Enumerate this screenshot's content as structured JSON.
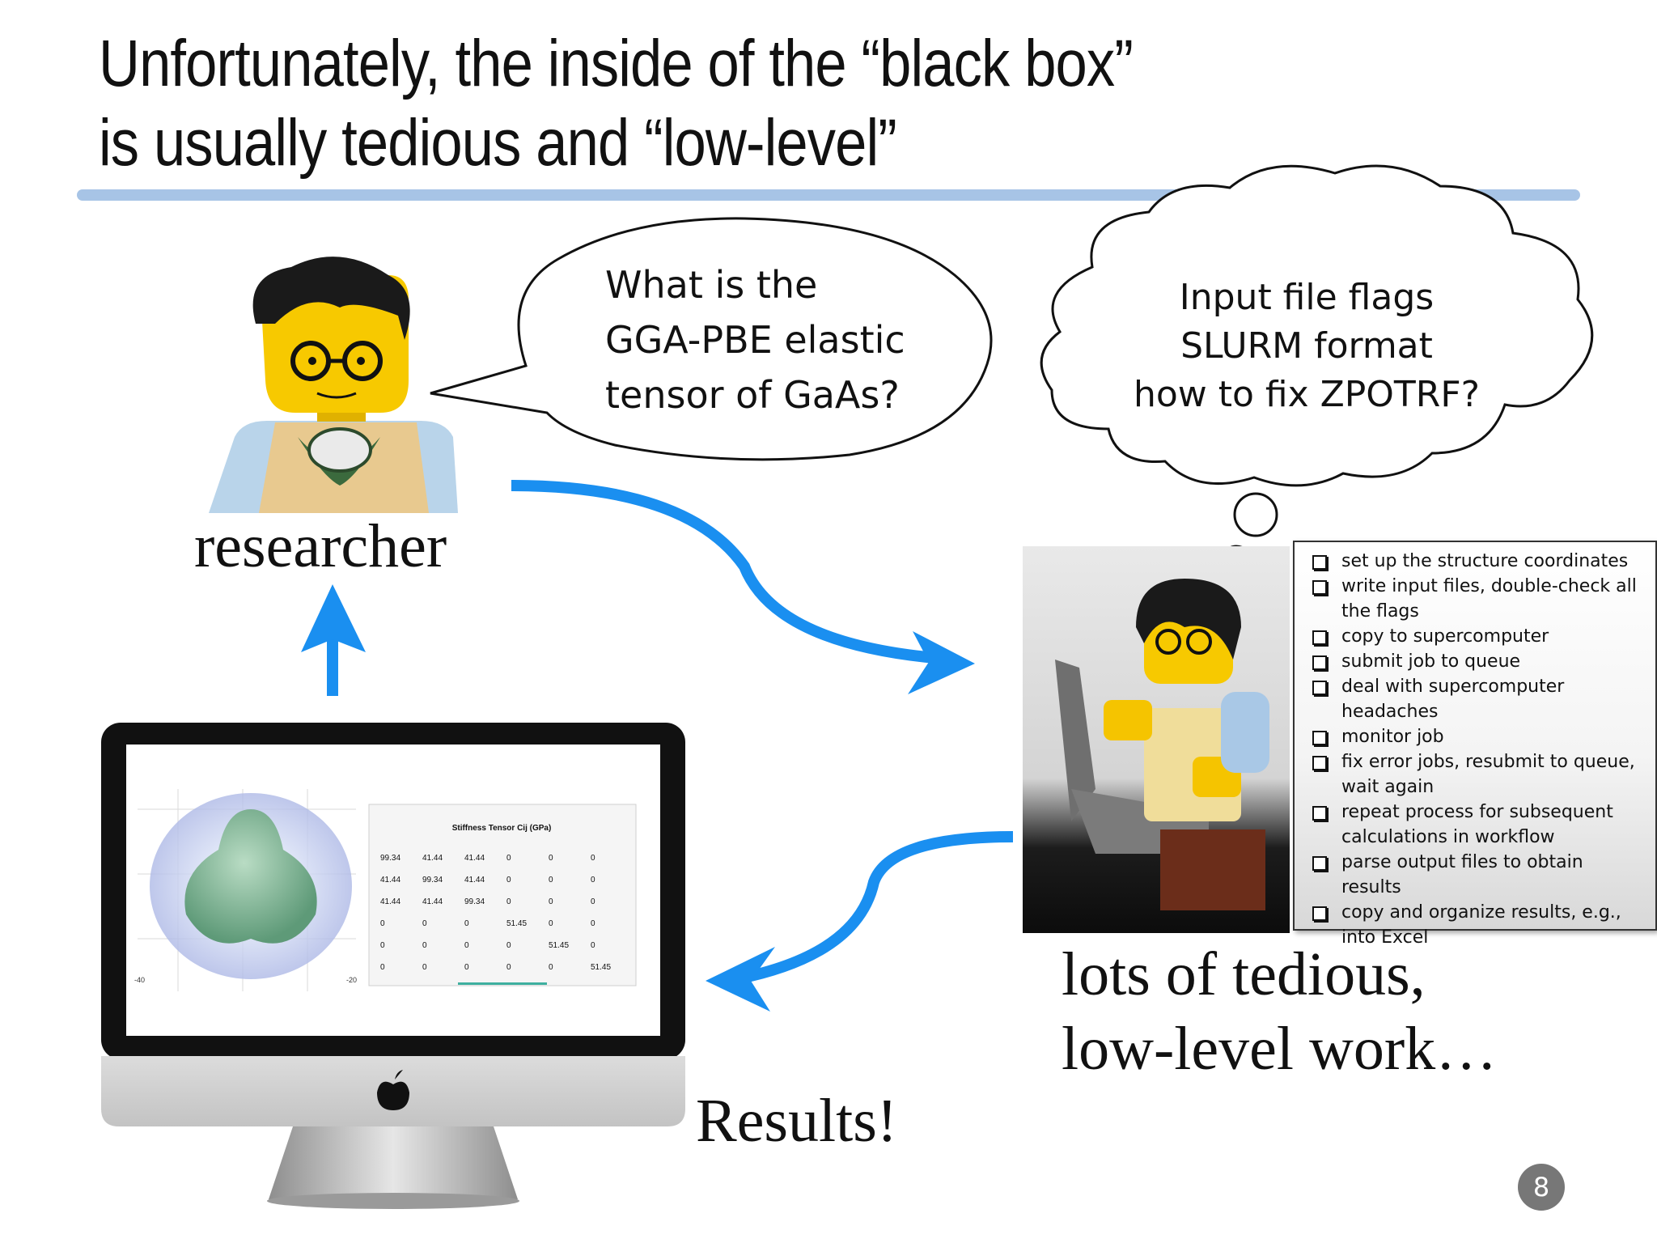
{
  "slide": {
    "title_line1": "Unfortunately, the inside of the “black box”",
    "title_line2": "is usually tedious and “low-level”",
    "page_number": "8"
  },
  "labels": {
    "researcher": "researcher",
    "results": "Results!",
    "tedious_line1": "lots of tedious,",
    "tedious_line2": "low-level work…"
  },
  "speech_bubble": {
    "line1": "What is the",
    "line2": "GGA-PBE elastic",
    "line3": "tensor of GaAs?"
  },
  "thought_bubble": {
    "line1": "Input file flags",
    "line2": "SLURM format",
    "line3": "how to fix ZPOTRF?"
  },
  "checklist": {
    "items": [
      "set up the structure coordinates",
      "write input files, double-check all the flags",
      "copy to supercomputer",
      "submit job to queue",
      "deal with supercomputer headaches",
      "monitor job",
      "fix error jobs, resubmit to queue, wait again",
      "repeat process for subsequent calculations in workflow",
      "parse output files to obtain results",
      "copy and organize results, e.g., into Excel"
    ]
  },
  "screen": {
    "tensor_title": "Stiffness Tensor Cij (GPa)",
    "tensor_rows": [
      [
        "99.34",
        "41.44",
        "41.44",
        "0",
        "0",
        "0"
      ],
      [
        "41.44",
        "99.34",
        "41.44",
        "0",
        "0",
        "0"
      ],
      [
        "41.44",
        "41.44",
        "99.34",
        "0",
        "0",
        "0"
      ],
      [
        "0",
        "0",
        "0",
        "51.45",
        "0",
        "0"
      ],
      [
        "0",
        "0",
        "0",
        "0",
        "51.45",
        "0"
      ],
      [
        "0",
        "0",
        "0",
        "0",
        "0",
        "51.45"
      ]
    ],
    "axis_tick_left": "-40",
    "axis_tick_right": "-20"
  },
  "colors": {
    "arrow_blue": "#1a8ff0",
    "title_rule": "#a7c4e6"
  }
}
